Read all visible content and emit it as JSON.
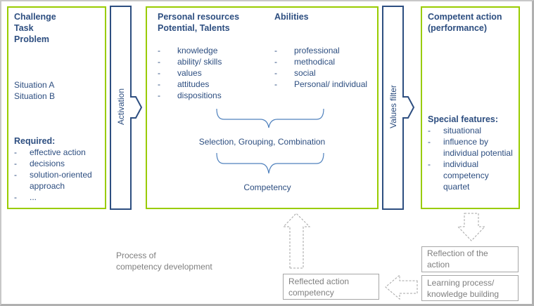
{
  "left_box": {
    "heading": [
      "Challenge",
      "Task",
      "Problem"
    ],
    "situations": [
      "Situation A",
      "Situation B"
    ],
    "required_label": "Required:",
    "required_items": [
      "effective action",
      "decisions",
      "solution-oriented approach",
      "..."
    ]
  },
  "activation_arrow": {
    "label": "Activation"
  },
  "middle_box": {
    "resources_heading": [
      "Personal resources",
      "Potential, Talents"
    ],
    "resources_items": [
      "knowledge",
      "ability/ skills",
      "values",
      "attitudes",
      "dispositions"
    ],
    "abilities_heading": "Abilities",
    "abilities_items": [
      "professional",
      "methodical",
      "social",
      "Personal/ individual"
    ],
    "selection_label": "Selection, Grouping, Combination",
    "competency_label": "Competency"
  },
  "values_filter_arrow": {
    "label": "Values filter"
  },
  "right_box": {
    "heading": [
      "Competent action",
      "(performance)"
    ],
    "special_label": "Special features:",
    "special_items": [
      "situational",
      "influence by individual potential",
      "individual competency quartet"
    ]
  },
  "process_label": [
    "Process of",
    "competency development"
  ],
  "reflection_box": {
    "label": [
      "Reflection of the",
      "action"
    ]
  },
  "learning_box": {
    "label": [
      "Learning process/",
      "knowledge building"
    ]
  },
  "reflected_box": {
    "label": [
      "Reflected action",
      "competency"
    ]
  },
  "colors": {
    "green": "#99cc00",
    "blue": "#2d4e80",
    "grey": "#a6a6a6"
  }
}
